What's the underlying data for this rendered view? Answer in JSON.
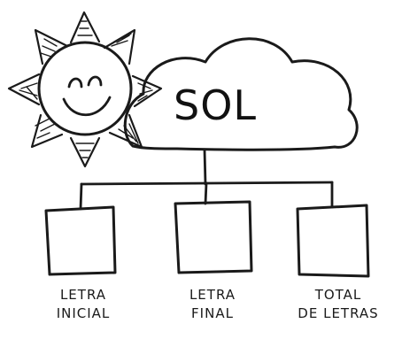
{
  "center_word": "SOL",
  "boxes": [
    {
      "line1": "LETRA",
      "line2": "INICIAL"
    },
    {
      "line1": "LETRA",
      "line2": "FINAL"
    },
    {
      "line1": "TOTAL",
      "line2": "DE LETRAS"
    }
  ],
  "icons": {
    "sun": "smiling-sun-icon",
    "cloud": "cloud-shape"
  },
  "colors": {
    "ink": "#1a1a1a",
    "background": "#ffffff"
  }
}
